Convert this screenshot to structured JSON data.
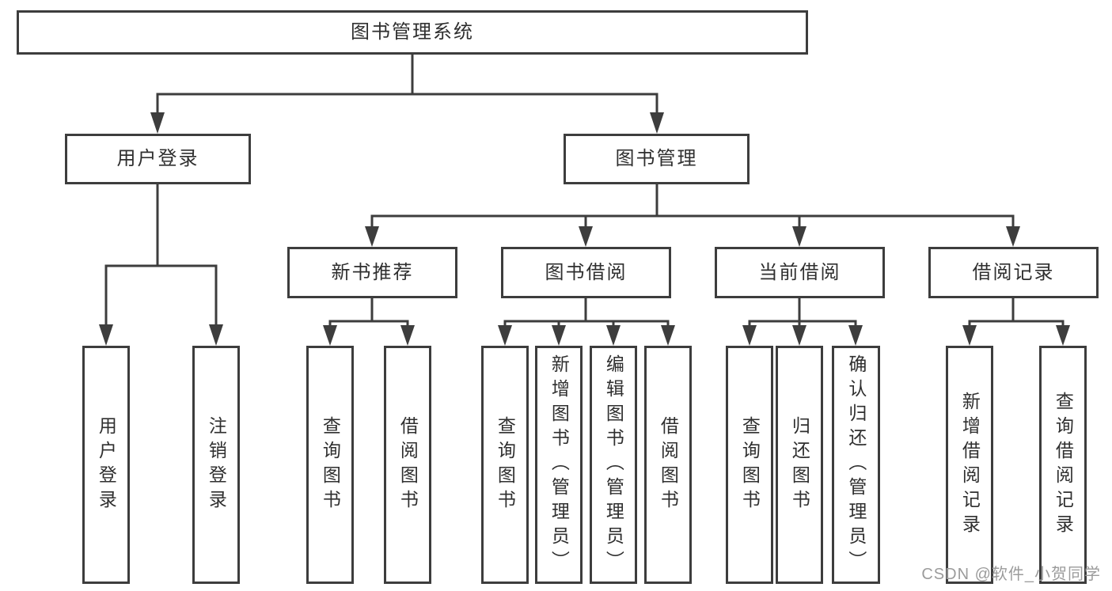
{
  "colors": {
    "line": "#3d3d3d",
    "border": "#3d3d3d",
    "text": "#2f2f2f",
    "watermark": "#9b9b9b",
    "background": "#ffffff"
  },
  "tree": {
    "root": {
      "label": "图书管理系统"
    },
    "branches": [
      {
        "label": "用户登录",
        "children": [
          "用户登录",
          "注销登录"
        ]
      },
      {
        "label": "图书管理",
        "children": [
          {
            "label": "新书推荐",
            "children": [
              "查询图书",
              "借阅图书"
            ]
          },
          {
            "label": "图书借阅",
            "children": [
              "查询图书",
              "新增图书（管理员）",
              "编辑图书（管理员）",
              "借阅图书"
            ]
          },
          {
            "label": "当前借阅",
            "children": [
              "查询图书",
              "归还图书",
              "确认归还（管理员）"
            ]
          },
          {
            "label": "借阅记录",
            "children": [
              "新增借阅记录",
              "查询借阅记录"
            ]
          }
        ]
      }
    ]
  },
  "watermark": "CSDN @软件_小贺同学"
}
